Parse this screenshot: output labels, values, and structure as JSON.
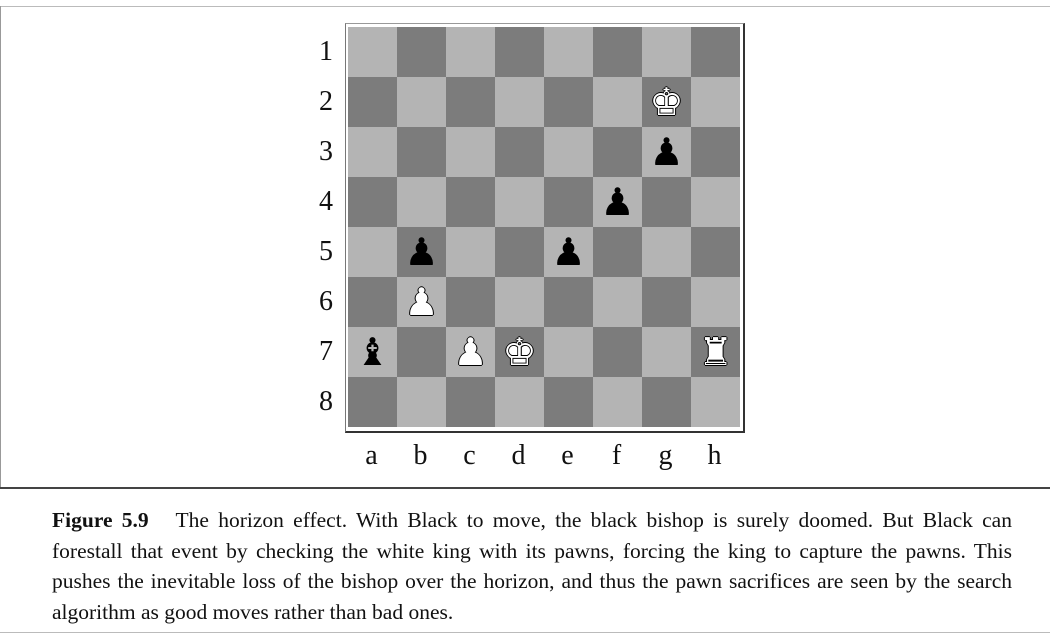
{
  "ranks": [
    "1",
    "2",
    "3",
    "4",
    "5",
    "6",
    "7",
    "8"
  ],
  "files": [
    "a",
    "b",
    "c",
    "d",
    "e",
    "f",
    "g",
    "h"
  ],
  "pieces": {
    "g2": {
      "symbol": "♚",
      "color": "white",
      "name": "king"
    },
    "g3": {
      "symbol": "♟",
      "color": "black",
      "name": "pawn"
    },
    "f4": {
      "symbol": "♟",
      "color": "black",
      "name": "pawn"
    },
    "b5": {
      "symbol": "♟",
      "color": "black",
      "name": "pawn"
    },
    "e5": {
      "symbol": "♟",
      "color": "black",
      "name": "pawn"
    },
    "b6": {
      "symbol": "♟",
      "color": "white",
      "name": "pawn"
    },
    "a7": {
      "symbol": "♝",
      "color": "black",
      "name": "bishop"
    },
    "c7": {
      "symbol": "♟",
      "color": "white",
      "name": "pawn"
    },
    "d7": {
      "symbol": "♚",
      "color": "white",
      "name": "king"
    },
    "h7": {
      "symbol": "♜",
      "color": "white",
      "name": "rook"
    }
  },
  "caption": {
    "label": "Figure 5.9",
    "text": "The horizon effect. With Black to move, the black bishop is surely doomed. But Black can forestall that event by checking the white king with its pawns, forcing the king to capture the pawns. This pushes the inevitable loss of the bishop over the horizon, and thus the pawn sacrifices are seen by the search algorithm as good moves rather than bad ones."
  }
}
